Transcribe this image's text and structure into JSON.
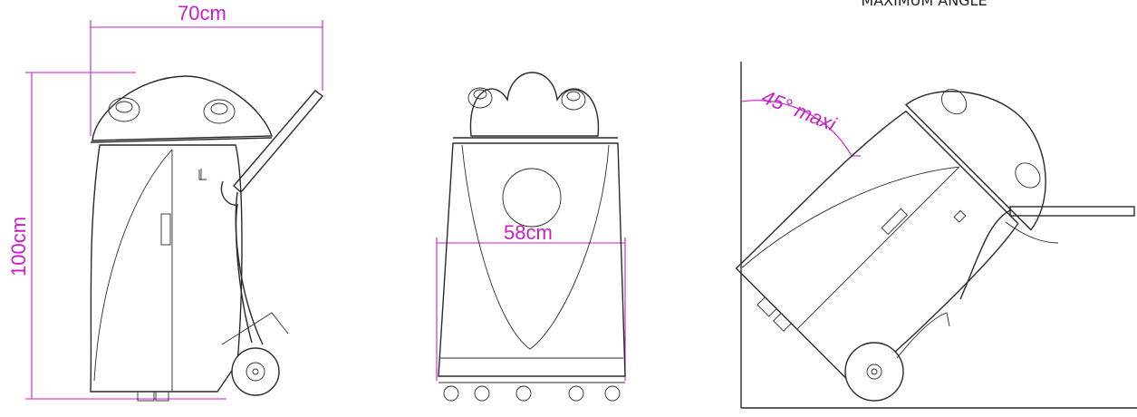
{
  "title": "MAXIMUM ANGLE",
  "dimensions": {
    "width": "70cm",
    "height": "100cm",
    "depth": "58cm",
    "tilt": "45° maxi"
  },
  "colors": {
    "dimension": "#c81ec8",
    "line": "#2a2a2a"
  }
}
